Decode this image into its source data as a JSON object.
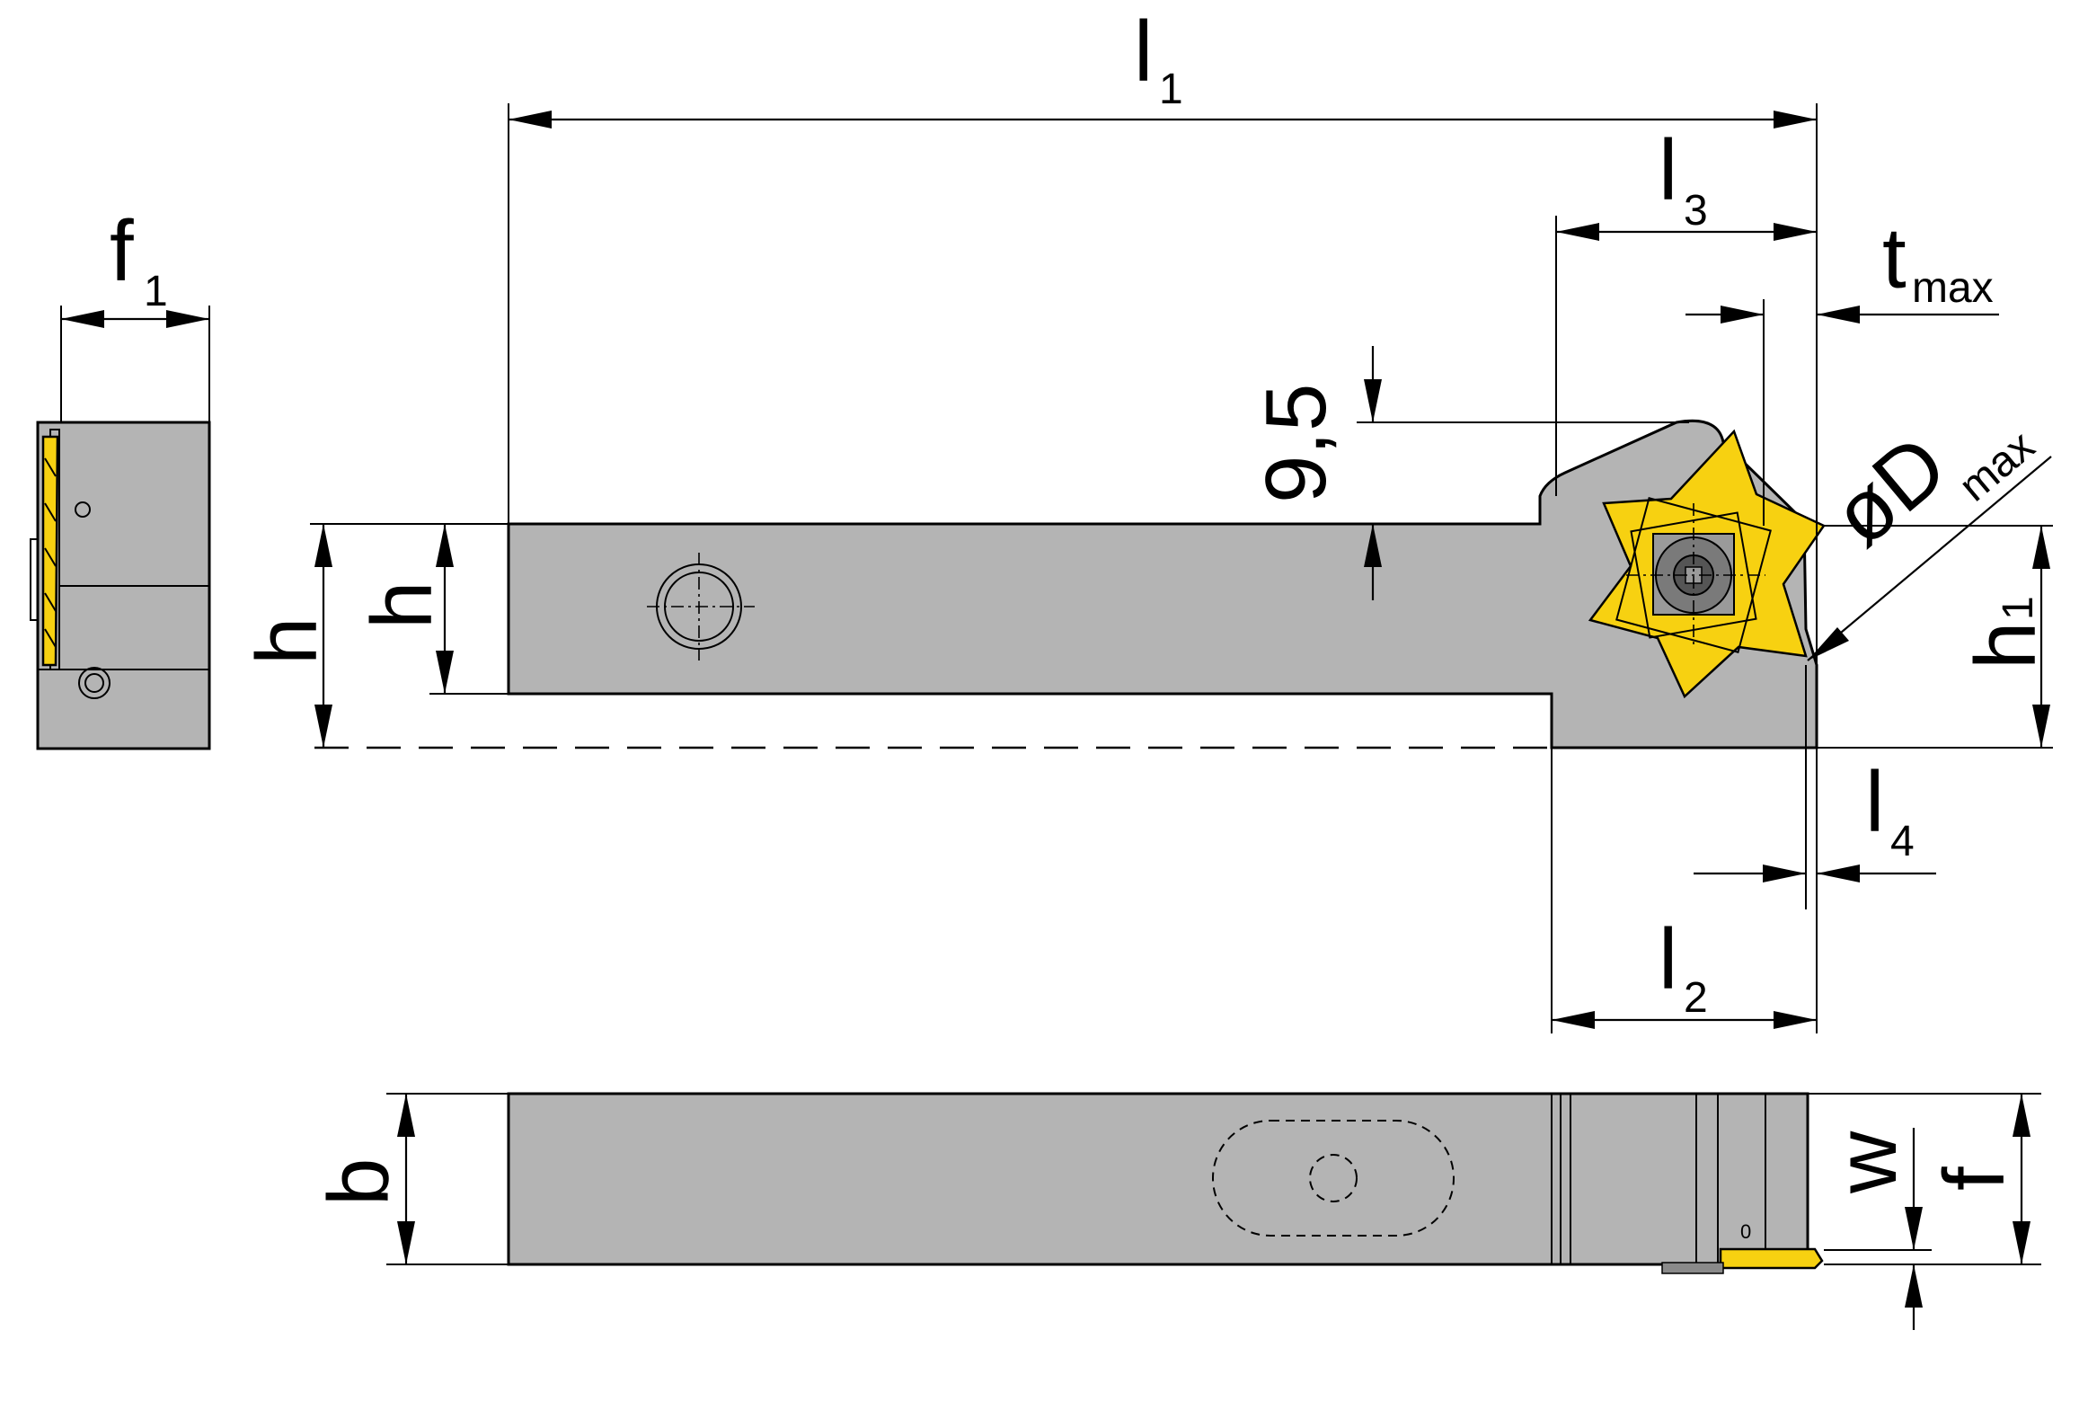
{
  "labels": {
    "l1": {
      "main": "l",
      "sub": "1"
    },
    "l3": {
      "main": "l",
      "sub": "3"
    },
    "tmax": {
      "main": "t",
      "sub": "max"
    },
    "f1": {
      "main": "f",
      "sub": "1"
    },
    "dim_95": "9,5",
    "dmax": {
      "main": "øD",
      "sub": "max"
    },
    "h_outer": "h",
    "h_inner": "h",
    "h1": {
      "main": "h",
      "sub": "1"
    },
    "l4": {
      "main": "l",
      "sub": "4"
    },
    "l2": {
      "main": "l",
      "sub": "2"
    },
    "b": "b",
    "w": "w",
    "f": "f",
    "small_mark": "0"
  },
  "colors": {
    "body": "#b4b4b4",
    "insert": "#f7d111",
    "line": "#000000",
    "screw": "#7a7a7a"
  }
}
